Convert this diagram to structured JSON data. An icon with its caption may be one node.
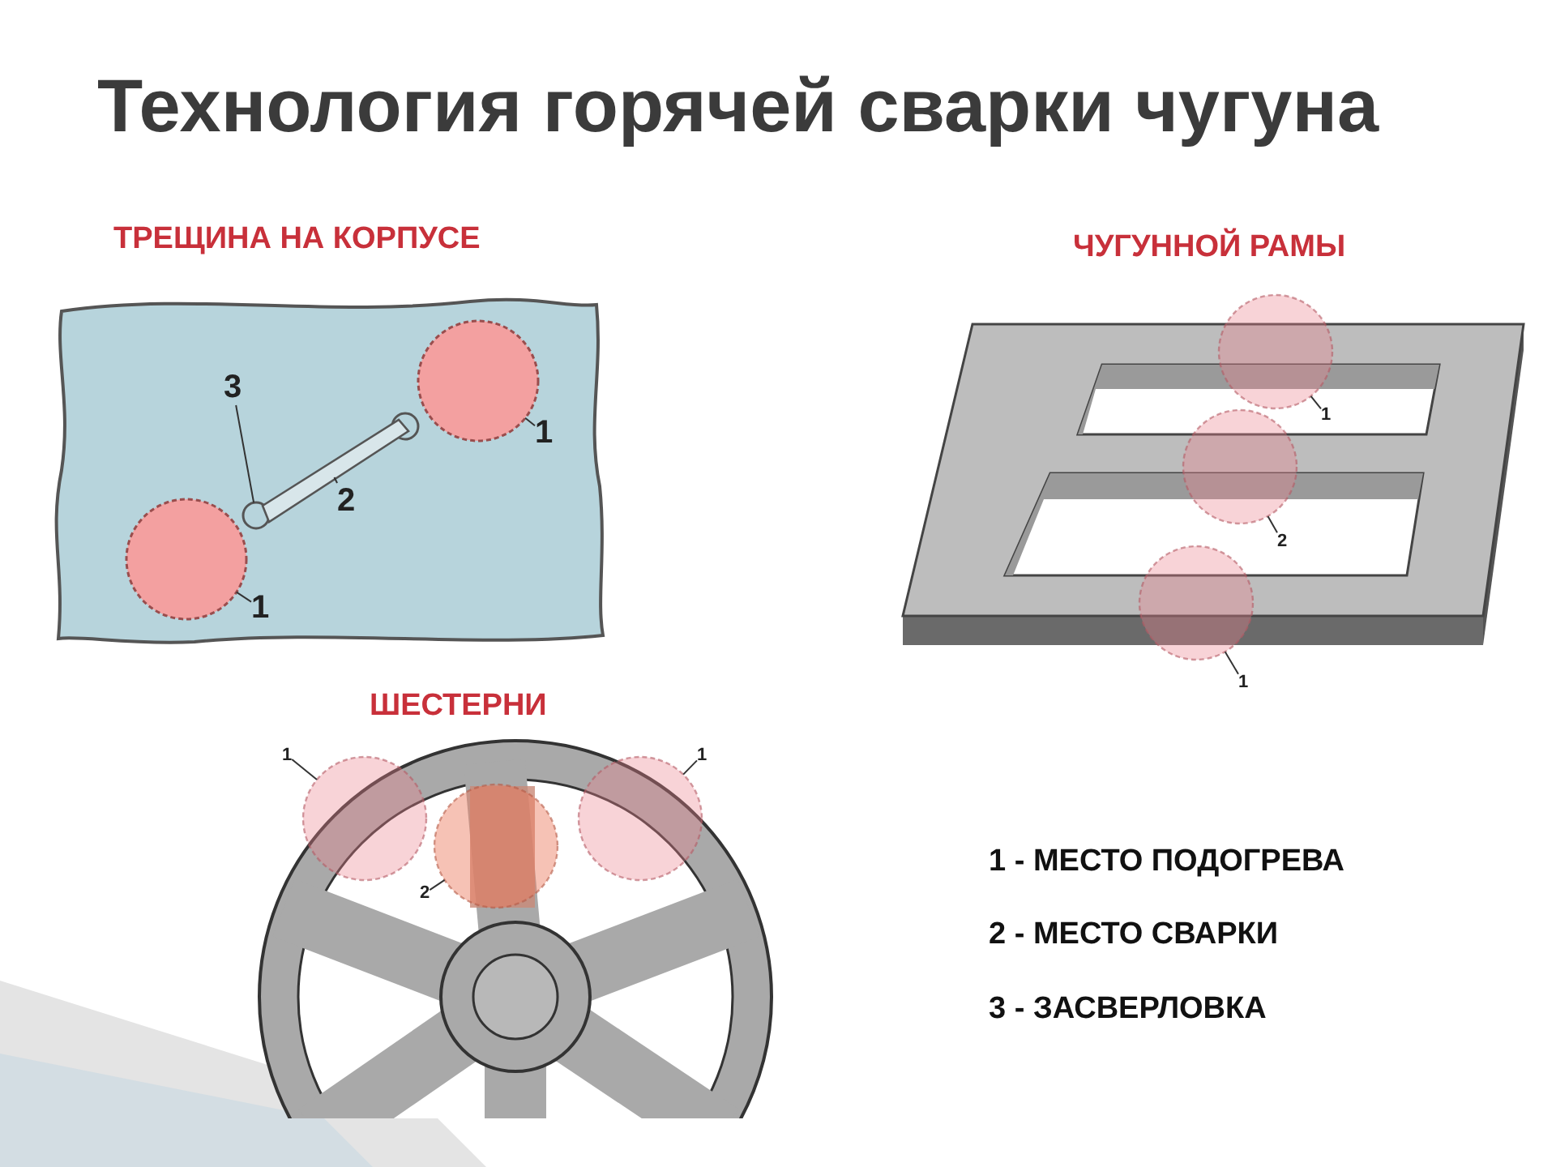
{
  "diagram": {
    "title": "Технология горячей сварки чугуна",
    "nodes": [
      {
        "text": [
          "3"
        ]
      },
      {
        "text": [
          "1"
        ]
      },
      {
        "text": [
          "2"
        ]
      },
      {
        "text": [
          "1"
        ]
      },
      {
        "text": [],
        "shape": "circle"
      },
      {
        "text": [],
        "shape": "circle"
      },
      {
        "text": [],
        "shape": "bar"
      },
      {
        "text": [],
        "shape": "circle"
      },
      {
        "text": [
          "1"
        ]
      },
      {
        "text": [
          "2"
        ]
      },
      {
        "text": [
          "1"
        ]
      },
      {
        "text": [],
        "shape": "circle"
      },
      {
        "text": [],
        "shape": "circle"
      },
      {
        "text": [],
        "shape": "circle"
      },
      {
        "text": [
          "1"
        ]
      },
      {
        "text": [
          "1"
        ]
      },
      {
        "text": [
          "2"
        ]
      },
      {
        "text": [],
        "shape": "circle"
      },
      {
        "text": [],
        "shape": "circle"
      },
      {
        "text": [],
        "shape": "circle"
      }
    ],
    "edges": [
      {
        "from": 0,
        "to": 5,
        "arrow": "none"
      },
      {
        "from": 1,
        "to": 7,
        "arrow": "none"
      },
      {
        "from": 2,
        "to": 6,
        "arrow": "none"
      },
      {
        "from": 3,
        "to": 4,
        "arrow": "none"
      },
      {
        "from": 8,
        "to": 11,
        "arrow": "none"
      },
      {
        "from": 9,
        "to": 12,
        "arrow": "none"
      },
      {
        "from": 10,
        "to": 13,
        "arrow": "none"
      },
      {
        "from": 14,
        "to": 17,
        "arrow": "none"
      },
      {
        "from": 15,
        "to": 19,
        "arrow": "none"
      },
      {
        "from": 16,
        "to": 18,
        "arrow": "none"
      }
    ],
    "labels": [
      "ТРЕЩИНА НА КОРПУСЕ",
      "ЧУГУННОЙ РАМЫ",
      "ШЕСТЕРНИ",
      "1 - МЕСТО ПОДОГРЕВА",
      "2 - МЕСТО СВАРКИ",
      "3 - ЗАСВЕРЛОВКА"
    ]
  }
}
